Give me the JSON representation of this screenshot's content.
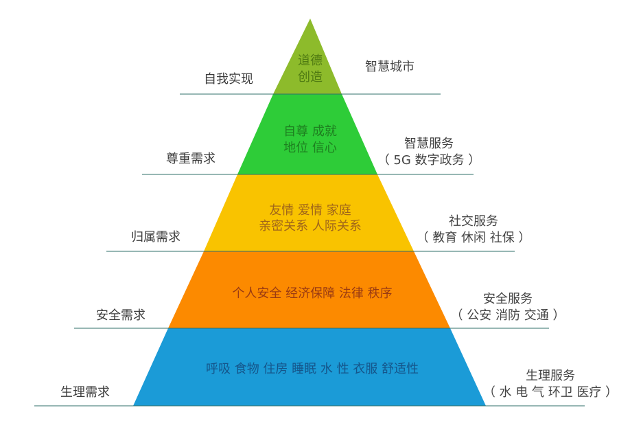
{
  "pyramid": {
    "levels": [
      {
        "need": "自我实现",
        "content": [
          "道德",
          "创造"
        ],
        "service": [
          "智慧城市"
        ],
        "color": "#8dbb2b",
        "text_color": "#4f7a12"
      },
      {
        "need": "尊重需求",
        "content": [
          "自尊  成就",
          "地位  信心"
        ],
        "service": [
          "智慧服务",
          "（ 5G  数字政务 ）"
        ],
        "color": "#2ecc38",
        "text_color": "#1e7f20"
      },
      {
        "need": "归属需求",
        "content": [
          "友情  爱情  家庭",
          "亲密关系  人际关系"
        ],
        "service": [
          "社交服务",
          "（ 教育  休闲  社保 ）"
        ],
        "color": "#f9c300",
        "text_color": "#a0661a"
      },
      {
        "need": "安全需求",
        "content": [
          "个人安全  经济保障  法律  秩序"
        ],
        "service": [
          "安全服务",
          "（ 公安  消防  交通 ）"
        ],
        "color": "#fc8a00",
        "text_color": "#9a3b12"
      },
      {
        "need": "生理需求",
        "content": [
          "呼吸  食物  住房  睡眠  水  性  衣服  舒适性"
        ],
        "service": [
          "生理服务",
          "（ 水 电 气 环卫 医疗 ）"
        ],
        "color": "#1b9bd7",
        "text_color": "#15558a"
      }
    ],
    "line_color": "#2f6f6a"
  }
}
